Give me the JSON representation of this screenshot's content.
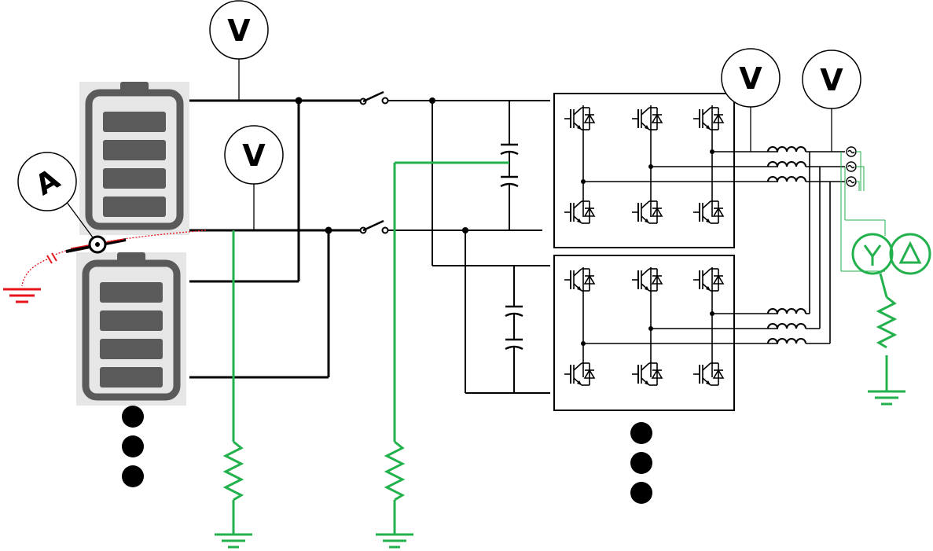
{
  "meters": {
    "v_battery_top": "V",
    "v_battery_mid": "V",
    "v_inverter_out": "V",
    "v_grid": "V",
    "a_fault": "A"
  },
  "colors": {
    "wire": "#000000",
    "ground_path": "#22b14c",
    "fault": "#e8141b",
    "battery_body": "#5a5a5a",
    "battery_bg": "#e6e6e6"
  },
  "icons": [
    "battery-icon",
    "voltmeter-icon",
    "ammeter-icon",
    "switch-icon",
    "capacitor-icon",
    "igbt-icon",
    "inductor-icon",
    "ac-source-icon",
    "transformer-icon",
    "resistor-icon",
    "ground-icon",
    "ellipsis-icon"
  ]
}
